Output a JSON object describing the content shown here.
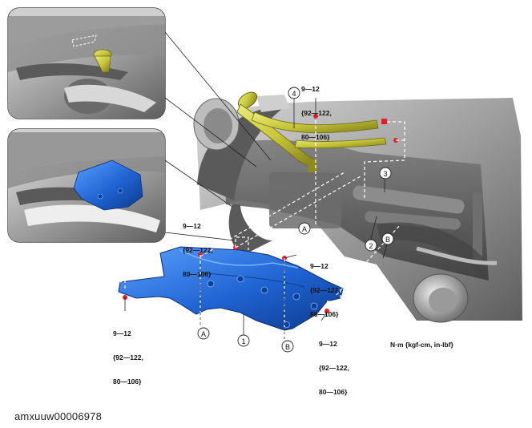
{
  "torque_spec": {
    "line1": "9—12",
    "line2": "{92—122,",
    "line3": "80—106}"
  },
  "callouts": {
    "part1": "1",
    "part2": "2",
    "part3": "3",
    "part4": "4",
    "ref_a": "A",
    "ref_b": "B"
  },
  "units_note": "N·m {kgf-cm, in-lbf}",
  "image_code": "amxuuw00006978",
  "colors": {
    "fuel_pipe": "#c8c63a",
    "splash_shield": "#2a6fd6",
    "fastener_marker": "#e0202a",
    "body_grey": "#9a9a9a"
  }
}
